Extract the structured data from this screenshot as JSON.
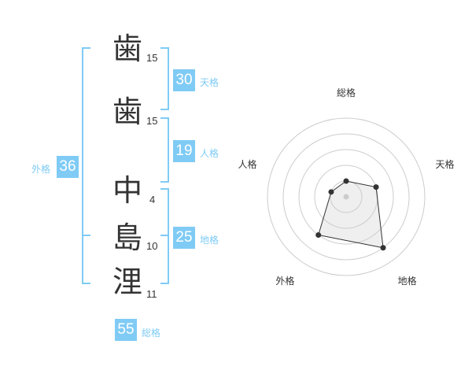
{
  "characters": [
    {
      "char": "歯",
      "strokes": "15"
    },
    {
      "char": "歯",
      "strokes": "15"
    },
    {
      "char": "中",
      "strokes": "4"
    },
    {
      "char": "島",
      "strokes": "10"
    },
    {
      "char": "浬",
      "strokes": "11"
    }
  ],
  "fortunes": {
    "tenkaku": {
      "label": "天格",
      "value": "30"
    },
    "jinkaku": {
      "label": "人格",
      "value": "19"
    },
    "chikaku": {
      "label": "地格",
      "value": "25"
    },
    "gaikaku": {
      "label": "外格",
      "value": "36"
    },
    "soukaku": {
      "label": "総格",
      "value": "55"
    }
  },
  "colors": {
    "accent": "#7fcbf5"
  },
  "chart_data": {
    "type": "radar",
    "axes": [
      "総格",
      "天格",
      "地格",
      "外格",
      "人格"
    ],
    "values": [
      1,
      2,
      4,
      3,
      1
    ],
    "range": [
      0,
      5
    ],
    "rings": 5
  }
}
